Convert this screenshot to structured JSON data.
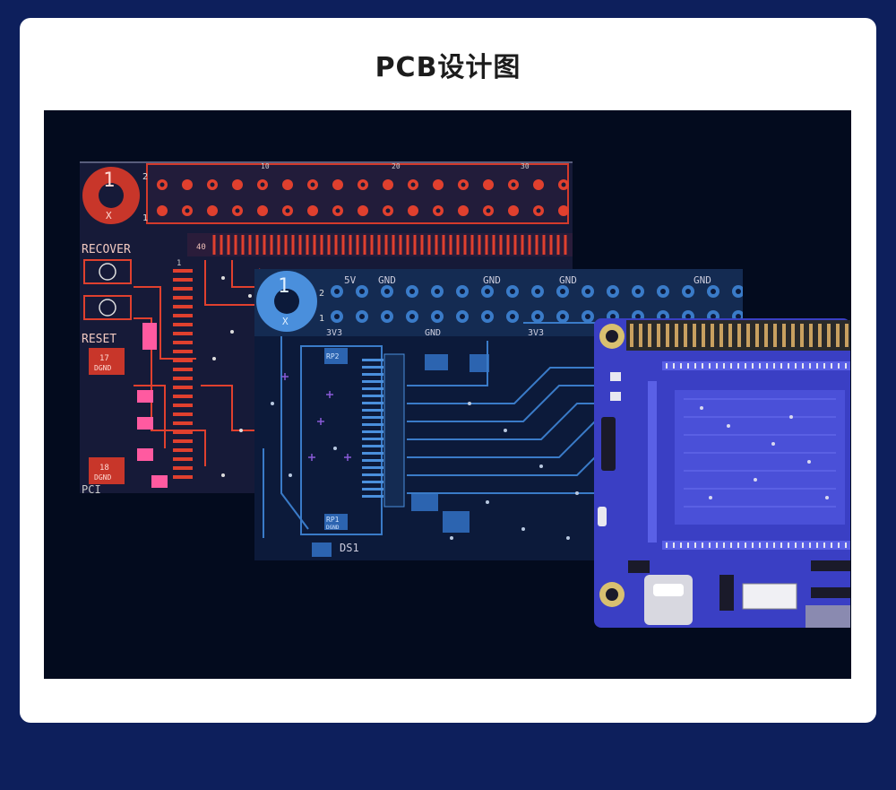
{
  "header": {
    "title": "PCB设计图"
  },
  "image": {
    "alt_icon": "pcb-photo-icon",
    "boards": {
      "red": {
        "labels": {
          "pin_top": "2",
          "pin_bottom": "1",
          "mark_10": "10",
          "mark_20": "20",
          "mark_30": "30",
          "recover": "RECOVER",
          "reset": "RESET",
          "pad_17": "17",
          "pad_18": "18",
          "dgnd": "DGND",
          "mark_40": "40",
          "side_1": "1",
          "bottom_cut": "PCI",
          "hole_1": "1",
          "hole_x": "X"
        },
        "color_base": "#1a1a3a",
        "color_trace": "#e0402e"
      },
      "blue": {
        "labels": {
          "gnd1": "GND",
          "gnd2": "GND",
          "gnd3": "GND",
          "gnd4": "GND",
          "gnd5": "GND",
          "v5": "5V",
          "v3_1": "3V3",
          "v3_2": "3V3",
          "pin2": "2",
          "pin1": "1",
          "rp1": "RP1",
          "rp2": "RP2",
          "dgnd": "DGND",
          "ds1": "DS1",
          "hole_1": "1",
          "hole_x": "X"
        },
        "color_base": "#0d2144",
        "color_trace": "#3a7bc8"
      },
      "purple": {
        "color_base": "#3a3fc4",
        "color_trace": "#5a60e6"
      }
    }
  }
}
